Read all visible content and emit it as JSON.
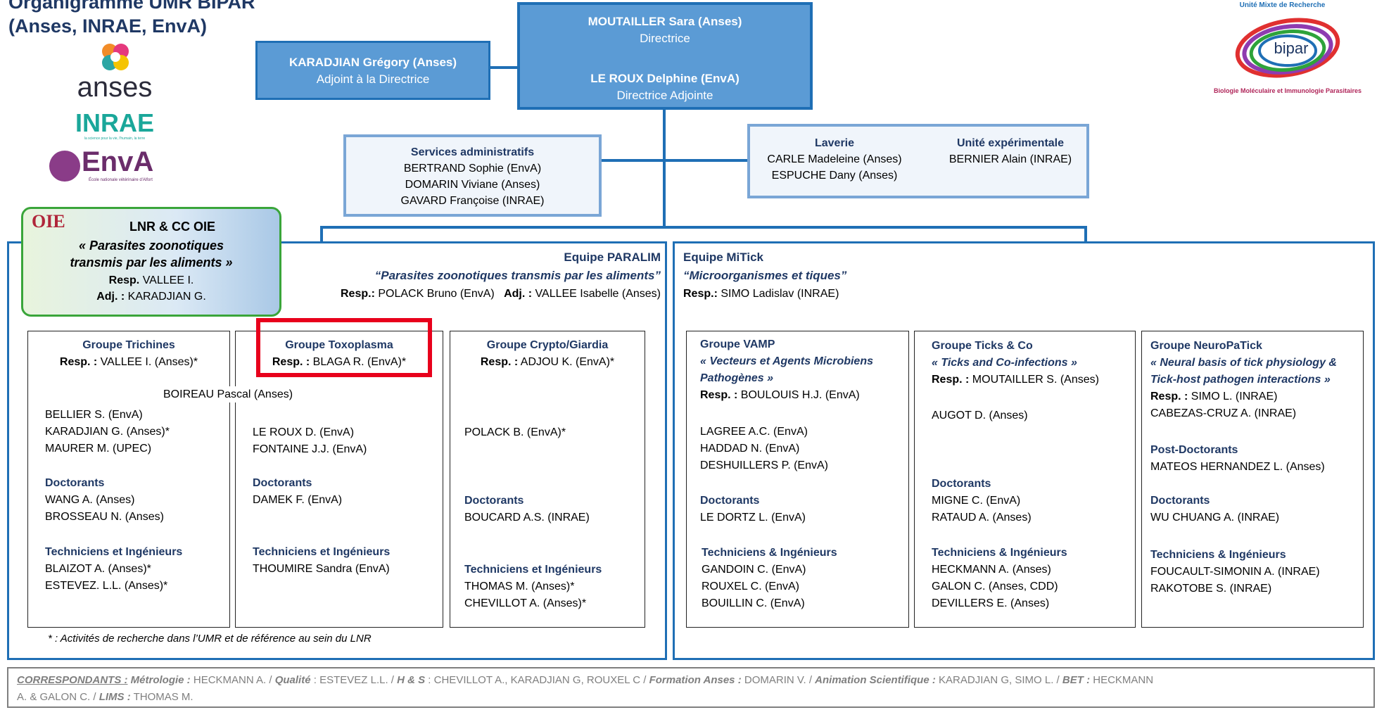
{
  "title": {
    "line1": "Organigramme UMR BIPAR",
    "line2": "(Anses, INRAE, EnvA)"
  },
  "logos": {
    "anses": "anses",
    "inrae": "INRAE",
    "inrae_tagline": "la science pour la vie, l'humain, la terre",
    "enva": "EnvA",
    "enva_tagline": "École nationale vétérinaire d'Alfort",
    "bipar_top": "Unité Mixte de Recherche",
    "bipar_name": "bipar",
    "bipar_bottom": "Biologie Moléculaire et Immunologie Parasitaires",
    "oie": "OIE"
  },
  "direction": {
    "director_name": "MOUTAILLER Sara (Anses)",
    "director_role": "Directrice",
    "deputy_name": "LE ROUX Delphine (EnvA)",
    "deputy_role": "Directrice Adjointe"
  },
  "adjoint": {
    "name": "KARADJIAN Grégory (Anses)",
    "role": "Adjoint à la Directrice"
  },
  "services_admin": {
    "title": "Services administratifs",
    "members": [
      "BERTRAND Sophie (EnvA)",
      "DOMARIN Viviane (Anses)",
      "GAVARD Françoise (INRAE)"
    ]
  },
  "laverie": {
    "title": "Laverie",
    "members": [
      "CARLE Madeleine (Anses)",
      "ESPUCHE Dany (Anses)"
    ]
  },
  "unite_exp": {
    "title": "Unité expérimentale",
    "members": [
      "BERNIER Alain (INRAE)"
    ]
  },
  "lnr": {
    "title": "LNR & CC OIE",
    "subtitle1": "«  Parasites zoonotiques",
    "subtitle2": "transmis par les aliments »",
    "resp_label": "Resp.",
    "resp": " VALLEE I.",
    "adj_label": "Adj. :",
    "adj": " KARADJIAN G."
  },
  "paralim": {
    "name": "Equipe PARALIM",
    "theme": "“Parasites zoonotiques transmis par les aliments”",
    "resp_label": "Resp.:",
    "resp": " POLACK Bruno (EnvA)",
    "adj_label": "Adj. :",
    "adj": " VALLEE Isabelle (Anses)",
    "footnote": "* : Activités de recherche dans l’UMR et de référence au sein du LNR",
    "shared_member": "BOIREAU Pascal (Anses)"
  },
  "mitick": {
    "name": "Equipe MiTick",
    "theme": "“Microorganismes et tiques”",
    "resp_label": "Resp.:",
    "resp": " SIMO Ladislav (INRAE)"
  },
  "groups": {
    "trichines": {
      "title": "Groupe Trichines",
      "resp_label": "Resp. :",
      "resp": " VALLEE I. (Anses)*",
      "members": [
        "BELLIER S. (EnvA)",
        "KARADJIAN G. (Anses)*",
        "MAURER M. (UPEC)"
      ],
      "doc_label": "Doctorants",
      "doctorants": [
        "WANG A. (Anses)",
        "BROSSEAU N. (Anses)"
      ],
      "tech_label": "Techniciens et Ingénieurs",
      "techs": [
        "BLAIZOT A. (Anses)*",
        "ESTEVEZ. L.L. (Anses)*"
      ]
    },
    "toxoplasma": {
      "title": "Groupe Toxoplasma",
      "resp_label": "Resp. :",
      "resp": " BLAGA R. (EnvA)*",
      "members": [
        "LE ROUX D. (EnvA)",
        "FONTAINE J.J. (EnvA)"
      ],
      "doc_label": "Doctorants",
      "doctorants": [
        "DAMEK F. (EnvA)"
      ],
      "tech_label": "Techniciens et Ingénieurs",
      "techs": [
        "THOUMIRE Sandra (EnvA)"
      ]
    },
    "crypto": {
      "title": "Groupe Crypto/Giardia",
      "resp_label": "Resp. :",
      "resp": " ADJOU K. (EnvA)*",
      "members": [
        "POLACK B. (EnvA)*"
      ],
      "doc_label": "Doctorants",
      "doctorants": [
        "BOUCARD A.S. (INRAE)"
      ],
      "tech_label": "Techniciens et Ingénieurs",
      "techs": [
        "THOMAS M. (Anses)*",
        "CHEVILLOT A. (Anses)*"
      ]
    },
    "vamp": {
      "title": "Groupe VAMP",
      "theme1": "« Vecteurs et Agents Microbiens",
      "theme2": "Pathogènes  »",
      "resp_label": "Resp. :",
      "resp": " BOULOUIS H.J. (EnvA)",
      "members": [
        "LAGREE A.C. (EnvA)",
        "HADDAD N. (EnvA)",
        "DESHUILLERS P. (EnvA)"
      ],
      "doc_label": "Doctorants",
      "doctorants": [
        "LE DORTZ L. (EnvA)"
      ],
      "tech_label": "Techniciens & Ingénieurs",
      "techs": [
        "GANDOIN C. (EnvA)",
        "ROUXEL C. (EnvA)",
        "BOUILLIN C. (EnvA)"
      ]
    },
    "ticks": {
      "title": "Groupe Ticks & Co",
      "theme1": "« Ticks and Co-infections  »",
      "resp_label": "Resp. :",
      "resp": " MOUTAILLER S. (Anses)",
      "members": [
        "AUGOT D. (Anses)"
      ],
      "doc_label": "Doctorants",
      "doctorants": [
        "MIGNE C. (EnvA)",
        "RATAUD A. (Anses)"
      ],
      "tech_label": "Techniciens & Ingénieurs",
      "techs": [
        "HECKMANN A. (Anses)",
        "GALON C. (Anses, CDD)",
        "DEVILLERS E. (Anses)"
      ]
    },
    "neuro": {
      "title": "Groupe NeuroPaTick",
      "theme1": "« Neural basis of tick physiology &",
      "theme2": "Tick-host pathogen interactions »",
      "resp_label": "Resp. :",
      "resp": " SIMO L. (INRAE)",
      "members": [
        "CABEZAS-CRUZ A. (INRAE)"
      ],
      "postdoc_label": "Post-Doctorants",
      "postdocs": [
        "MATEOS HERNANDEZ L. (Anses)"
      ],
      "doc_label": "Doctorants",
      "doctorants": [
        "WU CHUANG A.  (INRAE)"
      ],
      "tech_label": "Techniciens & Ingénieurs",
      "techs": [
        "FOUCAULT-SIMONIN A. (INRAE)",
        "RAKOTOBE S. (INRAE)"
      ]
    }
  },
  "correspondants": {
    "label": "CORRESPONDANTS :",
    "items": [
      {
        "role": " Métrologie :",
        "names": "  HECKMANN A.  / "
      },
      {
        "role": "Qualité",
        "names": " :  ESTEVEZ L.L. / "
      },
      {
        "role": "H & S",
        "names": "  :  CHEVILLOT A., KARADJIAN G, ROUXEL C / "
      },
      {
        "role": "Formation Anses :",
        "names": " DOMARIN V. / "
      },
      {
        "role": "Animation Scientifique :",
        "names": " KARADJIAN G, SIMO L. / "
      },
      {
        "role": "BET :",
        "names": "  HECKMANN"
      }
    ],
    "line2_names": "A. & GALON C.  / ",
    "lims_role": "LIMS :",
    "lims_names": " THOMAS M."
  },
  "colors": {
    "accent_blue": "#1f6fb5",
    "box_blue": "#5b9bd5",
    "navy_text": "#1f3864",
    "highlight_red": "#e8001c",
    "lnr_green": "#3aa53a"
  }
}
